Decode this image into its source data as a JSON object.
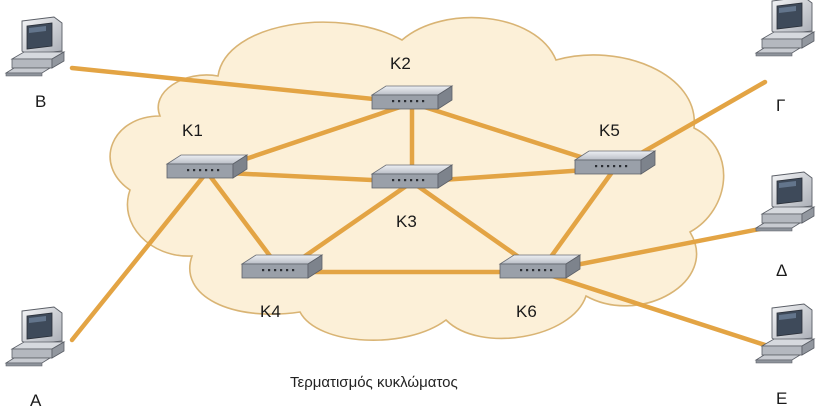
{
  "caption": "Τερματισμός κυκλώματος",
  "nodes": {
    "k1": "K1",
    "k2": "K2",
    "k3": "K3",
    "k4": "K4",
    "k5": "K5",
    "k6": "K6"
  },
  "hosts": {
    "a": "A",
    "b": "B",
    "g": "Γ",
    "d": "Δ",
    "e": "E"
  },
  "colors": {
    "cloud_fill": "#fcf0d8",
    "cloud_stroke": "#d9b474",
    "link": "#e3a444",
    "switch_body": "#b8bcc4"
  },
  "links": [
    [
      "b",
      "k2"
    ],
    [
      "a",
      "k1"
    ],
    [
      "g",
      "k5"
    ],
    [
      "d",
      "k6"
    ],
    [
      "e",
      "k6"
    ],
    [
      "k1",
      "k2"
    ],
    [
      "k1",
      "k3"
    ],
    [
      "k1",
      "k4"
    ],
    [
      "k2",
      "k3"
    ],
    [
      "k2",
      "k5"
    ],
    [
      "k3",
      "k4"
    ],
    [
      "k3",
      "k5"
    ],
    [
      "k3",
      "k6"
    ],
    [
      "k4",
      "k6"
    ],
    [
      "k5",
      "k6"
    ]
  ]
}
